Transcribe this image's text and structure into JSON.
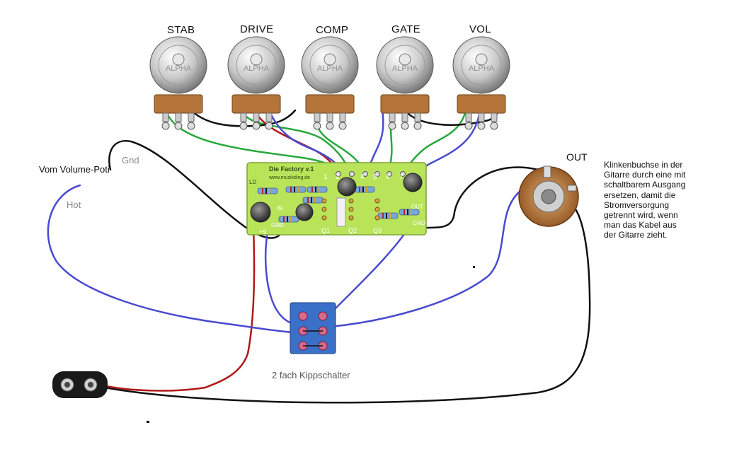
{
  "pots": [
    {
      "label": "STAB",
      "brand": "ALPHA"
    },
    {
      "label": "DRIVE",
      "brand": "ALPHA"
    },
    {
      "label": "COMP",
      "brand": "ALPHA"
    },
    {
      "label": "GATE",
      "brand": "ALPHA"
    },
    {
      "label": "VOL",
      "brand": "ALPHA"
    }
  ],
  "board": {
    "title": "Die Factory v.1",
    "url": "www.musikding.de",
    "pads": [
      "1",
      "2",
      "4",
      "5",
      "6",
      "7"
    ],
    "pad_ld": "LD",
    "in": "IN",
    "gnd_left": "GND",
    "plus9": "+9",
    "out": "OUT",
    "gnd_right": "GND",
    "q1": "Q1",
    "q2": "Q2",
    "q3": "Q3"
  },
  "labels": {
    "out_jack": "OUT",
    "vom_volume": "Vom Volume-Poti",
    "gnd": "Gnd",
    "hot": "Hot",
    "switch": "2 fach Kippschalter"
  },
  "note": "Klinkenbuchse in der Gitarre durch eine mit schaltbarem Ausgang ersetzen, damit die Stromversorgung getrennt wird, wenn man das Kabel aus der Gitarre zieht.",
  "colors": {
    "wire_green": "#27a83a",
    "wire_black": "#111111",
    "wire_blue": "#4a4ad0",
    "wire_red": "#b01818",
    "pcb": "#b9e45a",
    "switch": "#3b70c8"
  }
}
